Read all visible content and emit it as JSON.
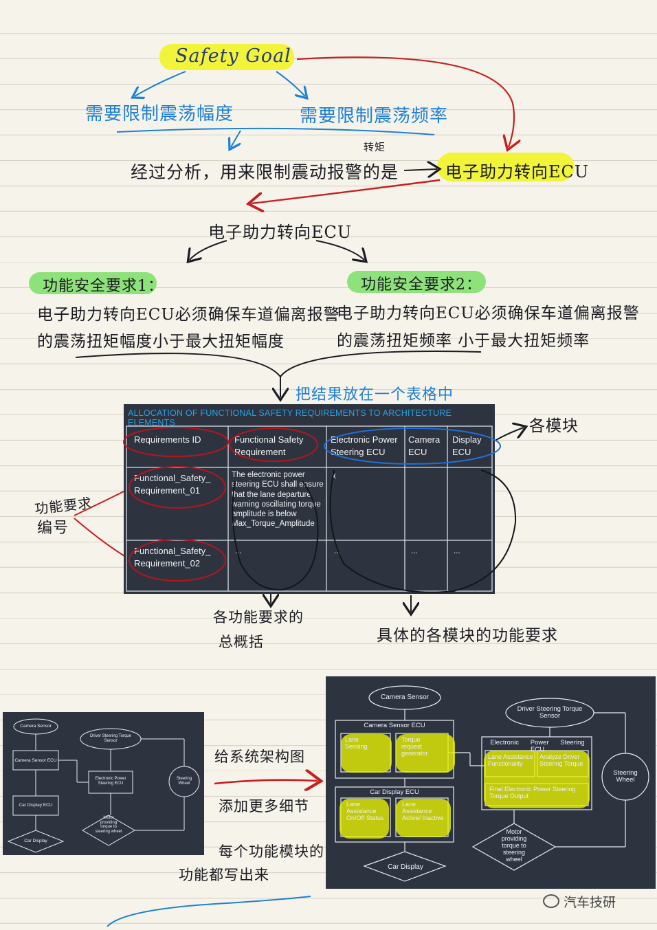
{
  "notes": {
    "safety_goal": "Safety Goal",
    "branch_left": "需要限制震荡幅度",
    "branch_right": "需要限制震荡频率",
    "analysis": "经过分析，用来限制震动报警的是",
    "analysis_insert": "转矩",
    "target_ecu": "电子助力转向ECU",
    "ecu_center": "电子助力转向ECU",
    "fsr1_tag": "功能安全要求1：",
    "fsr2_tag": "功能安全要求2：",
    "fsr1_line1": "电子助力转向ECU必须确保车道偏离报警",
    "fsr1_line2": "的震荡扭矩幅度小于最大扭矩幅度",
    "fsr2_line1": "电子助力转向ECU必须确保车道偏离报警",
    "fsr2_line2": "的震荡扭矩频率 小于最大扭矩频率",
    "put_in_table": "把结果放在一个表格中",
    "each_module": "各模块",
    "req_number_1": "功能要求",
    "req_number_2": "编号",
    "summary_1": "各功能要求的",
    "summary_2": "总概括",
    "specific": "具体的各模块的功能要求",
    "arch_note": "给系统架构图",
    "add_detail": "添加更多细节",
    "write_1": "每个功能模块的",
    "write_2": "功能都写出来"
  },
  "table": {
    "title": "ALLOCATION OF FUNCTIONAL SAFETY REQUIREMENTS TO ARCHITECTURE ELEMENTS",
    "headers": [
      "Requirements ID",
      "Functional Safety Requirement",
      "Electronic Power Steering ECU",
      "Camera ECU",
      "Display ECU"
    ],
    "rows": [
      {
        "id": "Functional_Safety_ Requirement_01",
        "req": "The electronic power steering ECU shall ensure that the lane departure warning oscillating torque amplitude is below Max_Torque_Amplitude",
        "eps": "x",
        "cam": "",
        "disp": ""
      },
      {
        "id": "Functional_Safety_ Requirement_02",
        "req": "...",
        "eps": "...",
        "cam": "...",
        "disp": "..."
      }
    ]
  },
  "diagram_small": {
    "camera_sensor": "Camera Sensor",
    "camera_sensor_ecu": "Camera Sensor ECU",
    "car_display_ecu": "Car Display ECU",
    "car_display": "Car Display",
    "driver_sensor": "Driver Steering Torque Sensor",
    "eps_ecu": "Electronic Power Steering ECU",
    "motor": "Motor providing torque to steering wheel",
    "steering_wheel": "Steering Wheel"
  },
  "diagram_large": {
    "camera_sensor": "Camera Sensor",
    "camera_sensor_ecu": "Camera Sensor ECU",
    "lane_sensing": "Lane Sensing",
    "torque_request": "Torque request generator",
    "car_display_ecu": "Car Display ECU",
    "lane_status": "Lane Assistance On/Off Status",
    "lane_active": "Lane Assistance Active/ Inactive",
    "car_display": "Car Display",
    "driver_sensor": "Driver Steering Torque Sensor",
    "eps_ecu": "Electronic Power Steering ECU",
    "lane_functionality": "Lane Assistance Functionality",
    "analyze_torque": "Analyze Driver Steering Torque",
    "final_output": "Final Electronic Power Steering Torque Output",
    "motor": "Motor providing torque to steering wheel",
    "steering_wheel": "Steering Wheel"
  },
  "watermark": "汽车技研",
  "colors": {
    "highlight_yellow": "#f4f53a",
    "highlight_green": "#8ee27a",
    "pen_blue": "#1e7fd6",
    "pen_red": "#c81e1e",
    "table_bg": "#2d3440",
    "title_blue": "#2aa0e0"
  }
}
